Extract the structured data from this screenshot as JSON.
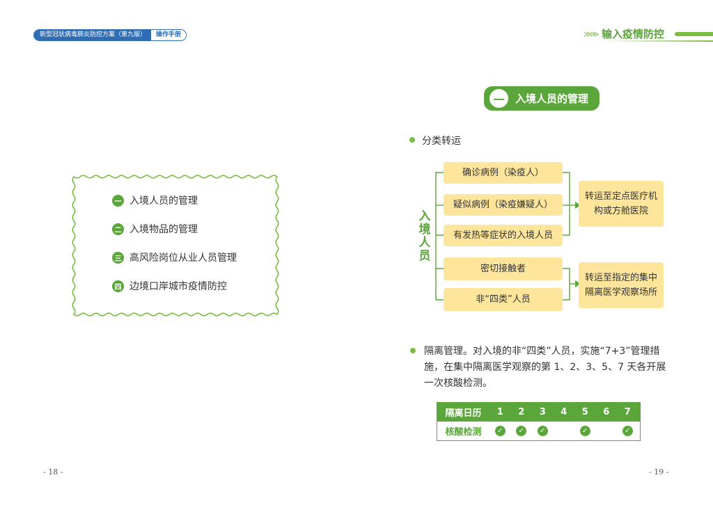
{
  "header": {
    "book_title": "新型冠状病毒肺炎防控方案（第九版）",
    "book_tag": "操作手册",
    "arrows": "≫≫",
    "chapter_title": "输入疫情防控"
  },
  "toc": {
    "items": [
      {
        "num": "一",
        "label": "入境人员的管理"
      },
      {
        "num": "二",
        "label": "入境物品的管理"
      },
      {
        "num": "三",
        "label": "高风险岗位从业人员管理"
      },
      {
        "num": "四",
        "label": "边境口岸城市疫情防控"
      }
    ]
  },
  "section": {
    "num": "一",
    "title": "入境人员的管理"
  },
  "classification": {
    "subtitle": "分类转运",
    "vertical_label": "入境人员",
    "group1_items": [
      "确诊病例（染疫人）",
      "疑似病例（染疫嫌疑人）",
      "有发热等症状的入境人员"
    ],
    "group1_target": "转运至定点医疗机构或方舱医院",
    "group2_items": [
      "密切接触者",
      "非“四类”人员"
    ],
    "group2_target": "转运至指定的集中隔离医学观察场所"
  },
  "isolation": {
    "text": "隔离管理。对入境的非“四类”人员，实施“7+3”管理措施，在集中隔离医学观察的第 1、2、3、5、7 天各开展一次核酸检测。"
  },
  "table": {
    "header_label": "隔离日历",
    "days": [
      "1",
      "2",
      "3",
      "4",
      "5",
      "6",
      "7"
    ],
    "row_label": "核酸检测",
    "tests": [
      true,
      true,
      true,
      false,
      true,
      false,
      true
    ],
    "check_icon": "check-circle-icon"
  },
  "page_numbers": {
    "left": "- 18 -",
    "right": "- 19 -"
  },
  "colors": {
    "green": "#5aa63a",
    "light_green": "#7bbd43",
    "blue": "#2e6db4",
    "yellow_box": "#fde69b"
  }
}
